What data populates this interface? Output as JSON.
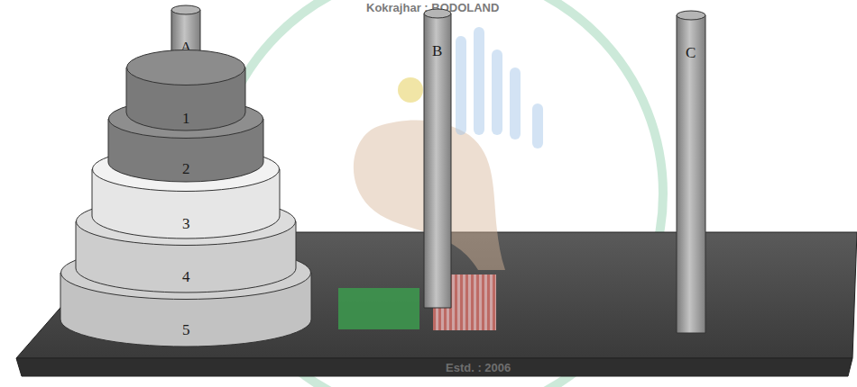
{
  "diagram": {
    "nodes": [
      {
        "text": [
          "A"
        ]
      },
      {
        "text": [
          "1"
        ]
      },
      {
        "text": [
          "2"
        ]
      },
      {
        "text": [
          "3"
        ]
      },
      {
        "text": [
          "4"
        ]
      },
      {
        "text": [
          "5"
        ]
      },
      {
        "text": [
          "B"
        ]
      },
      {
        "text": [
          "C"
        ]
      }
    ],
    "labels": [
      "Kokrajhar : BODOLAND",
      "Estd. : 2006"
    ]
  }
}
